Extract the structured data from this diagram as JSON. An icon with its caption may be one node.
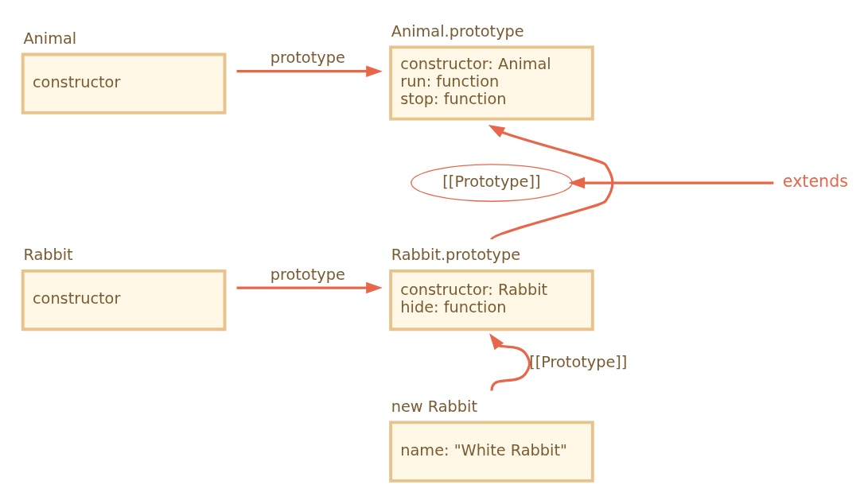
{
  "diagram": {
    "nodes": [
      {
        "text": [
          "Animal",
          "constructor"
        ]
      },
      {
        "text": [
          "Animal.prototype",
          "constructor: Animal",
          "run: function",
          "stop: function"
        ]
      },
      {
        "text": [
          "[[Prototype]]"
        ]
      },
      {
        "text": [
          "extends"
        ]
      },
      {
        "text": [
          "Rabbit",
          "constructor"
        ]
      },
      {
        "text": [
          "Rabbit.prototype",
          "constructor: Rabbit",
          "hide: function"
        ]
      },
      {
        "text": [
          "new Rabbit",
          "name: \"White Rabbit\""
        ]
      }
    ],
    "edges": [
      {
        "from": 0,
        "to": 1,
        "arrow": "to",
        "label": "prototype"
      },
      {
        "from": 4,
        "to": 5,
        "arrow": "to",
        "label": "prototype"
      },
      {
        "from": 5,
        "to": 1,
        "arrow": "to"
      },
      {
        "from": 3,
        "to": 2,
        "arrow": "to"
      },
      {
        "from": 6,
        "to": 5,
        "arrow": "to",
        "label": "[[Prototype]]"
      }
    ]
  }
}
